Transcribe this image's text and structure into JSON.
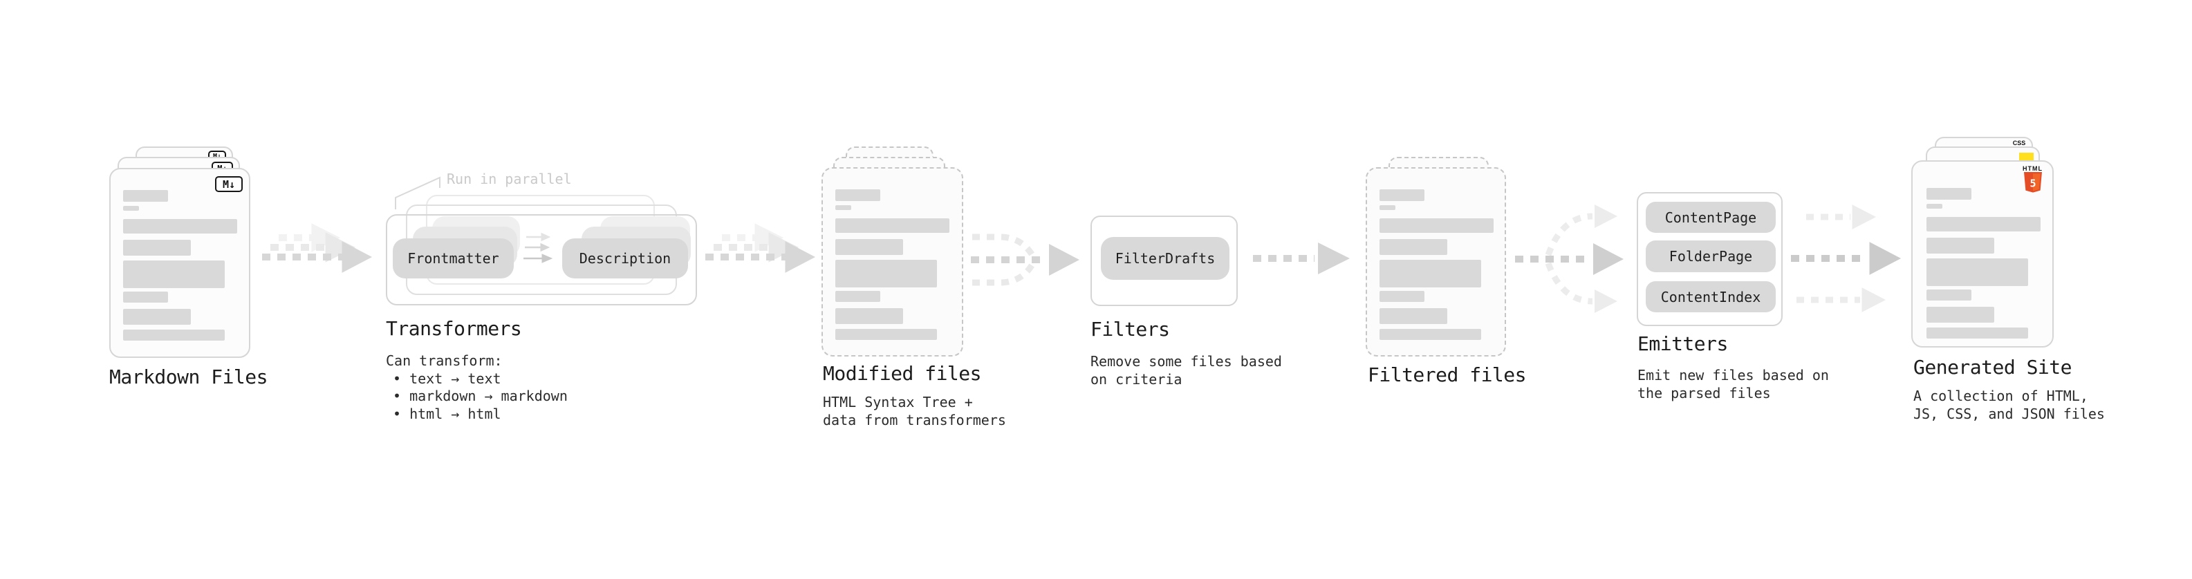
{
  "stages": {
    "markdown_files": {
      "label": "Markdown Files",
      "badge": "M↓"
    },
    "transformers": {
      "label": "Transformers",
      "annotation": "Run in parallel",
      "pill_left": "Frontmatter",
      "pill_right": "Description",
      "description_title": "Can transform:",
      "bullets": [
        "• text → text",
        "• markdown → markdown",
        "• html → html"
      ]
    },
    "modified_files": {
      "label": "Modified files",
      "description_line1": "HTML Syntax Tree +",
      "description_line2": "data from transformers"
    },
    "filters": {
      "label": "Filters",
      "pill": "FilterDrafts",
      "description_line1": "Remove some files based",
      "description_line2": "on criteria"
    },
    "filtered_files": {
      "label": "Filtered files"
    },
    "emitters": {
      "label": "Emitters",
      "pills": [
        "ContentPage",
        "FolderPage",
        "ContentIndex"
      ],
      "description_line1": "Emit new files based on",
      "description_line2": "the parsed files"
    },
    "generated_site": {
      "label": "Generated Site",
      "css_badge": "CSS",
      "html_badge_label": "HTML",
      "html_badge_number": "5",
      "description_line1": "A collection of HTML,",
      "description_line2": "JS, CSS, and JSON files"
    }
  },
  "colors": {
    "bar_gray": "#d9d9d9",
    "arrow_main": "#d7d7d7",
    "arrow_light": "#ececec",
    "html5_orange": "#e44d26",
    "js_yellow": "#ffdf1e",
    "css_blue": "#2d63ea"
  }
}
